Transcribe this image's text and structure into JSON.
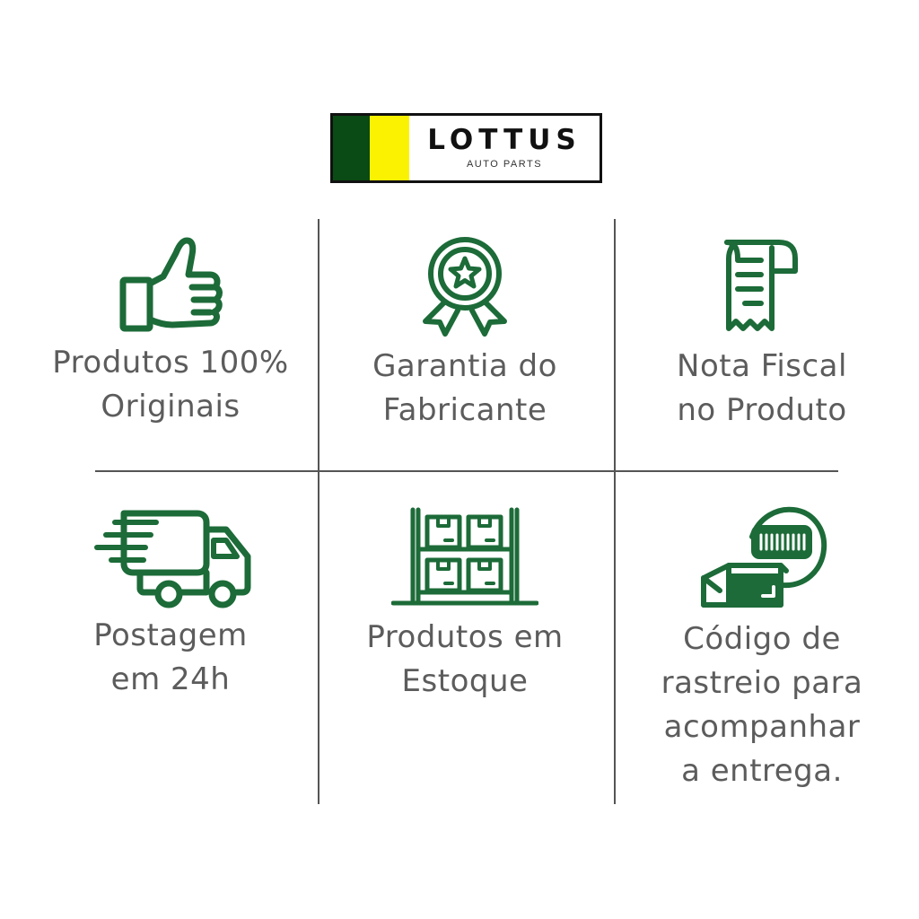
{
  "logo": {
    "brand": "LOTTUS",
    "subtitle": "AUTO PARTS",
    "colors": {
      "green": "#0a4a14",
      "yellow": "#fbf201"
    }
  },
  "accent_color": "#1c6b38",
  "text_color": "#5c5c5c",
  "features": [
    {
      "icon": "thumbs-up-icon",
      "lines": [
        "Produtos 100%",
        "Originais"
      ]
    },
    {
      "icon": "award-ribbon-icon",
      "lines": [
        "Garantia do",
        "Fabricante"
      ]
    },
    {
      "icon": "receipt-icon",
      "lines": [
        "Nota Fiscal",
        "no Produto"
      ]
    },
    {
      "icon": "delivery-truck-icon",
      "lines": [
        "Postagem",
        "em 24h"
      ]
    },
    {
      "icon": "warehouse-shelf-icon",
      "lines": [
        "Produtos em",
        "Estoque"
      ]
    },
    {
      "icon": "tracking-box-icon",
      "lines": [
        "Código de",
        "rastreio para",
        "acompanhar",
        "a entrega."
      ]
    }
  ]
}
